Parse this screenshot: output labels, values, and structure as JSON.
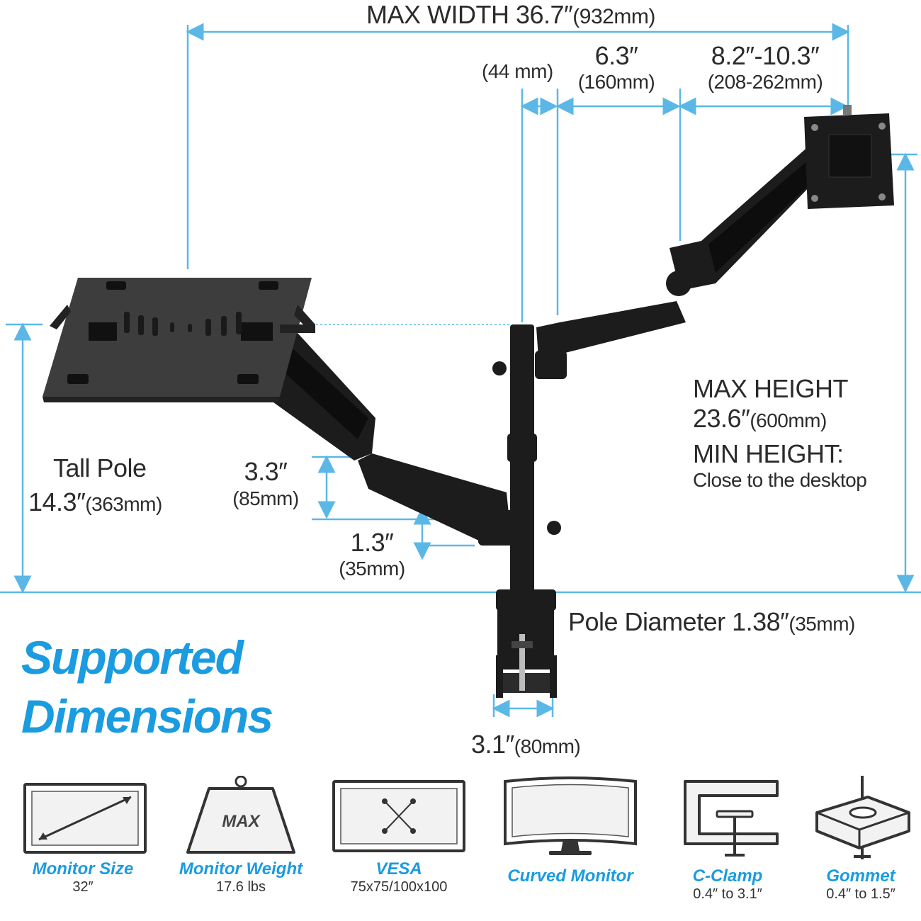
{
  "dimensions": {
    "max_width": {
      "main": "MAX WIDTH 36.7″",
      "metric": "(932mm)"
    },
    "seg_44": {
      "metric": "(44 mm)"
    },
    "seg_160": {
      "main": "6.3″",
      "metric": "(160mm)"
    },
    "seg_208": {
      "main": "8.2″-10.3″",
      "metric": "(208-262mm)"
    },
    "tall_pole": {
      "title": "Tall Pole",
      "main": "14.3″",
      "metric": "(363mm)"
    },
    "arm_offset_large": {
      "main": "3.3″",
      "metric": "(85mm)"
    },
    "arm_offset_small": {
      "main": "1.3″",
      "metric": "(35mm)"
    },
    "max_height": {
      "title": "MAX HEIGHT",
      "main": "23.6″",
      "metric": "(600mm)"
    },
    "min_height": {
      "title": "MIN HEIGHT:",
      "note": "Close to the desktop"
    },
    "pole_diameter": {
      "main": "Pole Diameter 1.38″",
      "metric": "(35mm)"
    },
    "clamp_width": {
      "main": "3.1″",
      "metric": "(80mm)"
    }
  },
  "headline": {
    "line1": "Supported",
    "line2": "Dimensions"
  },
  "specs": [
    {
      "label": "Monitor Size",
      "value": "32″",
      "icon": "monitor-size-icon"
    },
    {
      "label": "Monitor Weight",
      "value": "17.6 lbs",
      "icon": "weight-icon",
      "icon_text": "MAX"
    },
    {
      "label": "VESA",
      "value": "75x75/100x100",
      "icon": "vesa-icon"
    },
    {
      "label": "Curved Monitor",
      "value": "",
      "icon": "curved-monitor-icon"
    },
    {
      "label": "C-Clamp",
      "value": "0.4″ to 3.1″",
      "icon": "c-clamp-icon"
    },
    {
      "label": "Gommet",
      "value": "0.4″ to 1.5″",
      "icon": "grommet-icon"
    }
  ],
  "colors": {
    "accent": "#1b9be0",
    "dimension_line": "#5bb8e6",
    "product": "#1c1c1c"
  }
}
